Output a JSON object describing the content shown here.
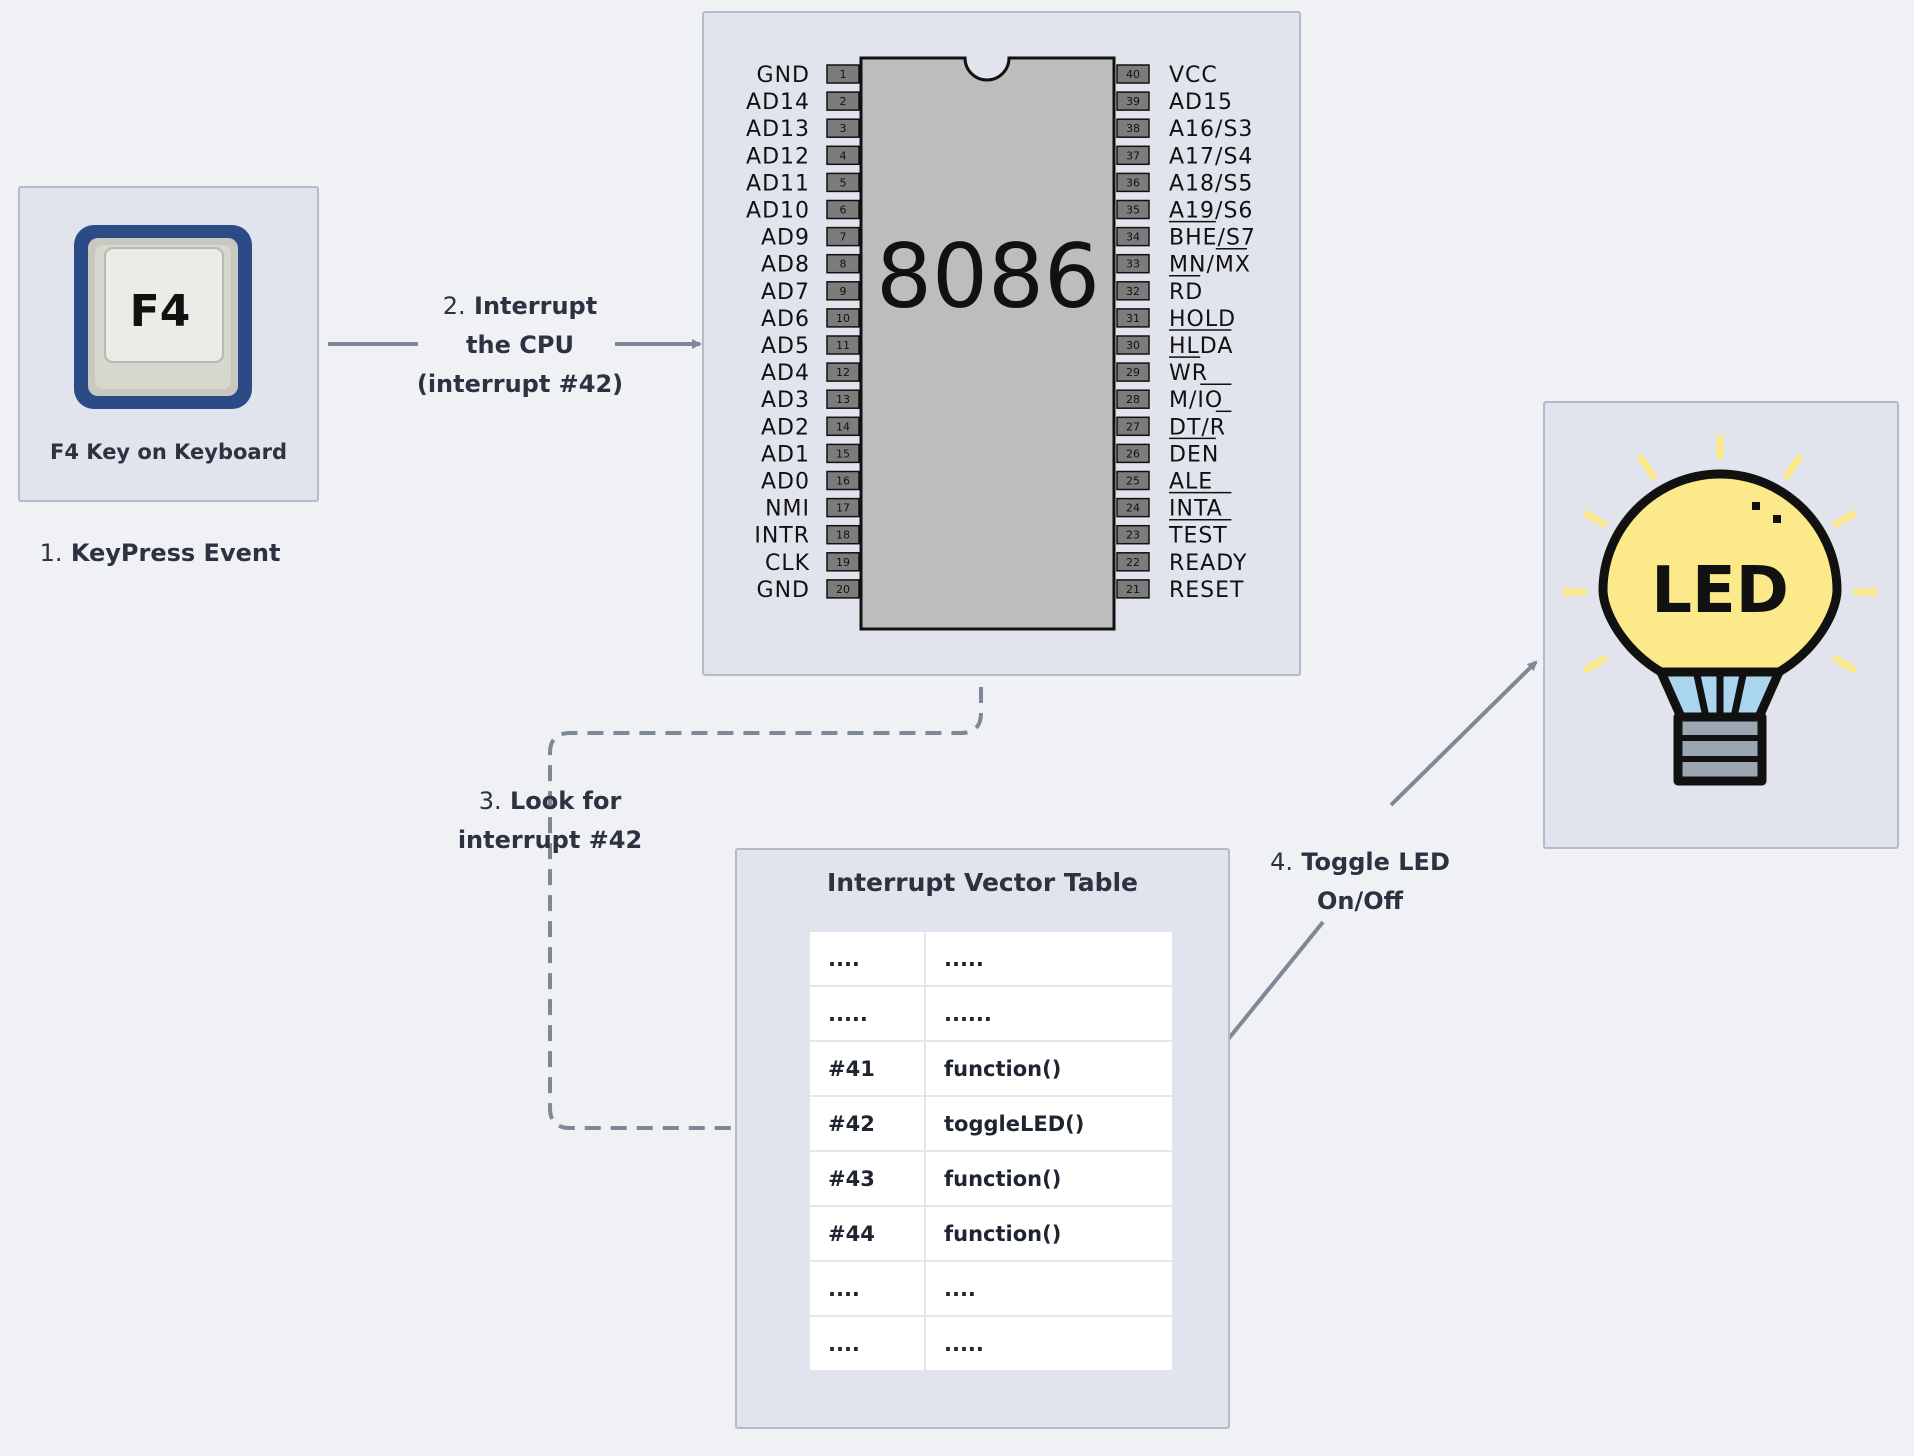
{
  "keyboard": {
    "key_label": "F4",
    "caption": "F4 Key on Keyboard"
  },
  "steps": {
    "s1": {
      "num": "1.",
      "text": "KeyPress Event"
    },
    "s2": {
      "num": "2.",
      "line1": "Interrupt",
      "line2": "the CPU",
      "line3": "(interrupt #42)"
    },
    "s3": {
      "num": "3.",
      "line1": "Look for",
      "line2": "interrupt #42"
    },
    "s4": {
      "num": "4.",
      "line1": "Toggle LED",
      "line2": "On/Off"
    }
  },
  "chip": {
    "name": "8086",
    "left_pins": [
      "GND",
      "AD14",
      "AD13",
      "AD12",
      "AD11",
      "AD10",
      "AD9",
      "AD8",
      "AD7",
      "AD6",
      "AD5",
      "AD4",
      "AD3",
      "AD2",
      "AD1",
      "AD0",
      "NMI",
      "INTR",
      "CLK",
      "GND"
    ],
    "right_pins": [
      "VCC",
      "AD15",
      "A16/S3",
      "A17/S4",
      "A18/S5",
      "A19/S6",
      "BHE/S7",
      "MN/MX",
      "RD",
      "HOLD",
      "HLDA",
      "WR",
      "M/IO",
      "DT/R",
      "DEN",
      "ALE",
      "INTA",
      "TEST",
      "READY",
      "RESET"
    ]
  },
  "led": {
    "label": "LED"
  },
  "ivt": {
    "title": "Interrupt Vector Table",
    "rows": [
      [
        "....",
        "....."
      ],
      [
        ".....",
        "......"
      ],
      [
        "#41",
        "function()"
      ],
      [
        "#42",
        "toggleLED()"
      ],
      [
        "#43",
        "function()"
      ],
      [
        "#44",
        "function()"
      ],
      [
        "....",
        "...."
      ],
      [
        "....",
        "....."
      ]
    ]
  },
  "colors": {
    "background": "#eff1f5",
    "panel": "#e1e4ec",
    "arrow": "#7f8896",
    "key_border": "#2c4a86",
    "chip_body": "#bdbdbd",
    "bulb": "#fbe98a"
  }
}
